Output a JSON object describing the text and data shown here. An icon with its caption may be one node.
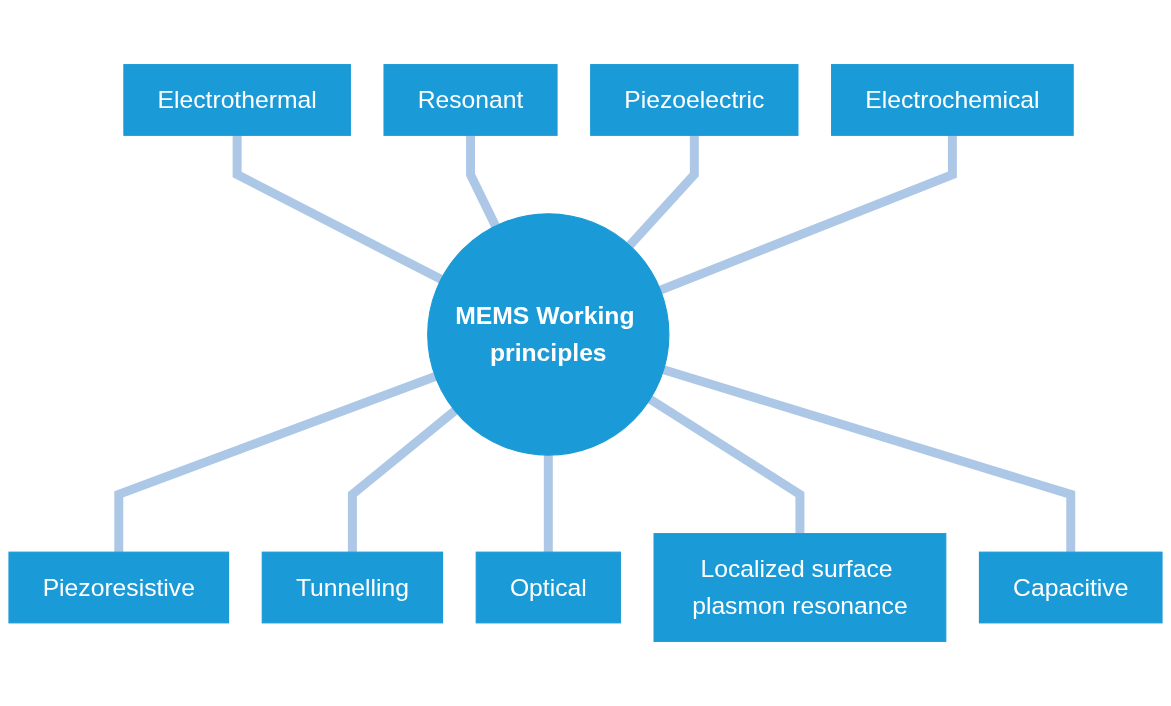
{
  "diagram": {
    "nodes": [
      {
        "text": [
          "Electrothermal"
        ]
      },
      {
        "text": [
          "Resonant"
        ]
      },
      {
        "text": [
          "Piezoelectric"
        ]
      },
      {
        "text": [
          "Electrochemical"
        ]
      },
      {
        "text": [
          "MEMS Working principles"
        ]
      },
      {
        "text": [
          "Piezoresistive"
        ]
      },
      {
        "text": [
          "Tunnelling"
        ]
      },
      {
        "text": [
          "Optical"
        ]
      },
      {
        "text": [
          "Localized surface plasmon resonance"
        ]
      },
      {
        "text": [
          "Capacitive"
        ]
      }
    ],
    "edges": [
      {
        "from": 0,
        "to": 4,
        "arrow": "none",
        "color": "#adc8e6"
      },
      {
        "from": 1,
        "to": 4,
        "arrow": "none",
        "color": "#adc8e6"
      },
      {
        "from": 2,
        "to": 4,
        "arrow": "none",
        "color": "#adc8e6"
      },
      {
        "from": 3,
        "to": 4,
        "arrow": "none",
        "color": "#adc8e6"
      },
      {
        "from": 4,
        "to": 5,
        "arrow": "none",
        "color": "#adc8e6"
      },
      {
        "from": 4,
        "to": 6,
        "arrow": "none",
        "color": "#adc8e6"
      },
      {
        "from": 4,
        "to": 7,
        "arrow": "none",
        "color": "#adc8e6"
      },
      {
        "from": 4,
        "to": 8,
        "arrow": "none",
        "color": "#adc8e6"
      },
      {
        "from": 4,
        "to": 9,
        "arrow": "none",
        "color": "#adc8e6"
      }
    ]
  }
}
